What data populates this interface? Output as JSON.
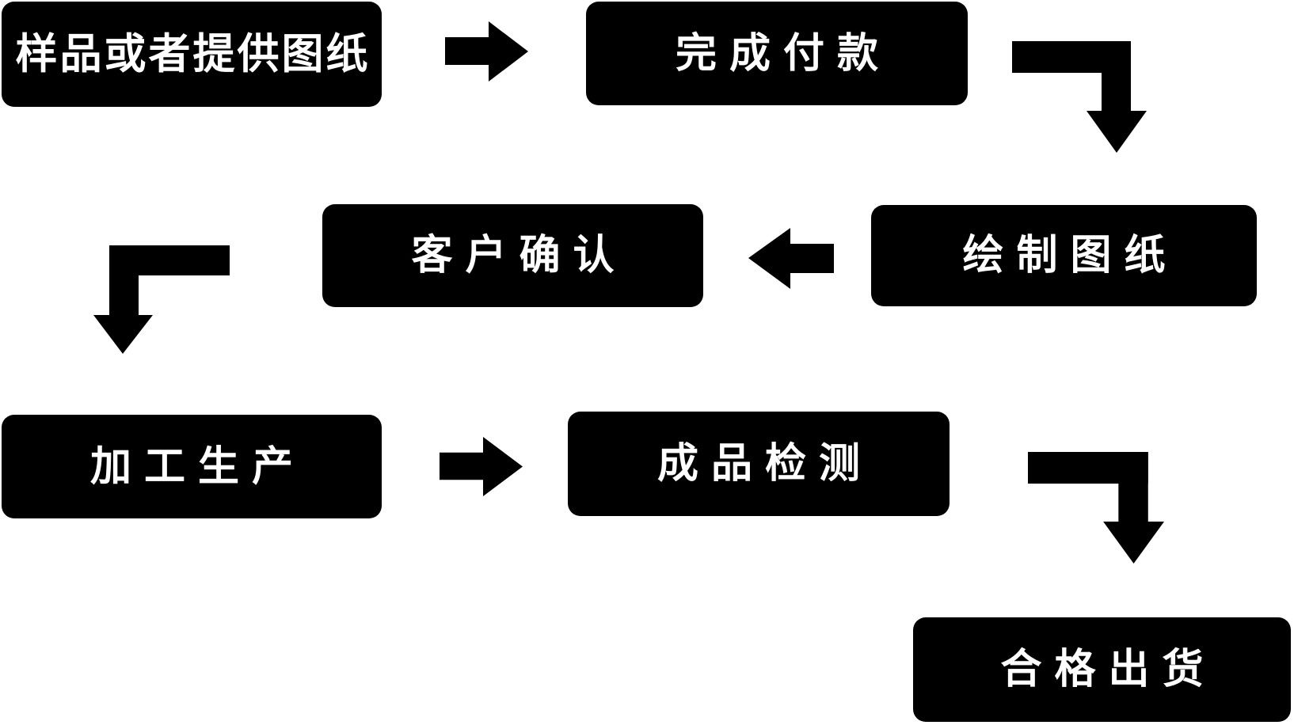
{
  "diagram": {
    "type": "flowchart",
    "background_color": "#ffffff",
    "node_bg_color": "#000000",
    "node_text_color": "#ffffff",
    "arrow_color": "#000000",
    "nodes": [
      {
        "id": "sample-or-drawings",
        "label": "样品或者提供图纸"
      },
      {
        "id": "complete-payment",
        "label": "完成付款"
      },
      {
        "id": "draw-drawings",
        "label": "绘制图纸"
      },
      {
        "id": "customer-confirmation",
        "label": "客户确认"
      },
      {
        "id": "processing-production",
        "label": "加工生产"
      },
      {
        "id": "product-inspection",
        "label": "成品检测"
      },
      {
        "id": "qualified-shipment",
        "label": "合格出货"
      }
    ],
    "flow": [
      {
        "from": "样品或者提供图纸",
        "to": "完成付款",
        "arrow": "right"
      },
      {
        "from": "完成付款",
        "to": "绘制图纸",
        "arrow": "elbow-right-down"
      },
      {
        "from": "绘制图纸",
        "to": "客户确认",
        "arrow": "left"
      },
      {
        "from": "客户确认",
        "to": "加工生产",
        "arrow": "elbow-down-left"
      },
      {
        "from": "加工生产",
        "to": "成品检测",
        "arrow": "right"
      },
      {
        "from": "成品检测",
        "to": "合格出货",
        "arrow": "elbow-right-down"
      }
    ]
  }
}
